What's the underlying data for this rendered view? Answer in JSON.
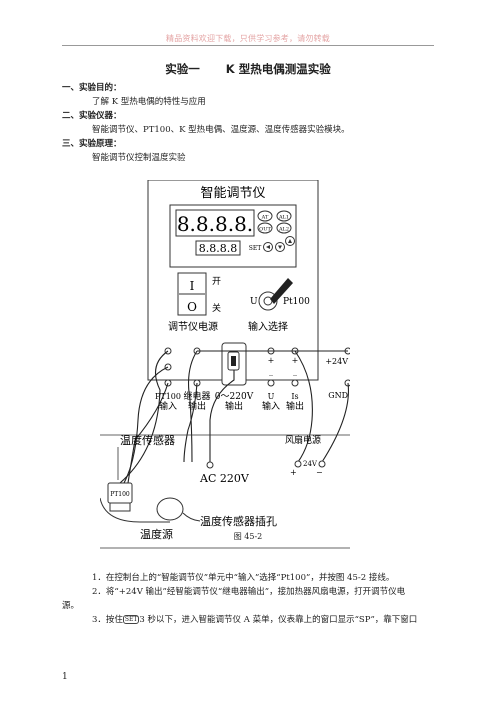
{
  "header": {
    "banner": "精品资料欢迎下载，只供学习参考，请勿转载",
    "page_number": "1"
  },
  "doc": {
    "title_a": "实验一",
    "title_b": "K 型热电偶测温实验",
    "section1_heading": "一、实验目的：",
    "section1_body": "了解 K 型热电偶的特性与应用",
    "section2_heading": "二、实验仪器：",
    "section2_body": "智能调节仪、PT100、K 型热电偶、温度源、温度传感器实验模块。",
    "section3_heading": "三、实验原理：",
    "section3_body": "智能调节仪控制温度实验",
    "figure_caption": "图 45-2",
    "step1": "1．在控制台上的“智能调节仪”单元中“输入”选择“Pt100”，并按图 45-2 接线。",
    "step2_line1": "2．将“+24V 输出”经智能调节仪“继电器输出”，接加热器风扇电源，打开调节仪电",
    "step2_line2": "源。",
    "step3_prefix": "3．按住",
    "step3_key": "SET",
    "step3_suffix": "3 秒以下，进入智能调节仪 A 菜单，仪表靠上的窗口显示“SP”，靠下窗口"
  },
  "figure": {
    "panel_title": "智能调节仪",
    "display_main": "8.8.8.8.",
    "display_sub": "8.8.8.8",
    "indicators": [
      "AT",
      "AL1",
      "OUT",
      "AL2"
    ],
    "set_key": "SET",
    "switch_on_label": "开",
    "switch_off_label": "关",
    "switch_on_symbol": "I",
    "switch_off_symbol": "O",
    "power_label": "调节仪电源",
    "selector_left": "U",
    "selector_right": "Pt100",
    "selector_label": "输入选择",
    "plus_24v": "+24V",
    "plus": "+",
    "minus": "_",
    "terminal_labels": {
      "pt100_line1": "PT100",
      "pt100_line2": "输入",
      "relay_line1": "继电器",
      "relay_line2": "输出",
      "range_line1": "0～220V",
      "range_line2": "输出",
      "u_line1": "U",
      "u_line2": "输入",
      "is_line1": "Is",
      "is_line2": "输出",
      "gnd": "GND"
    },
    "sensor_label": "温度传感器",
    "pt100_probe": "PT100",
    "ac_label": "AC  220V",
    "fan_label": "风扇电源",
    "fan_sub": "24V",
    "fan_plus": "+",
    "fan_minus": "−",
    "socket_label": "温度传感器插孔",
    "source_label": "温度源"
  }
}
